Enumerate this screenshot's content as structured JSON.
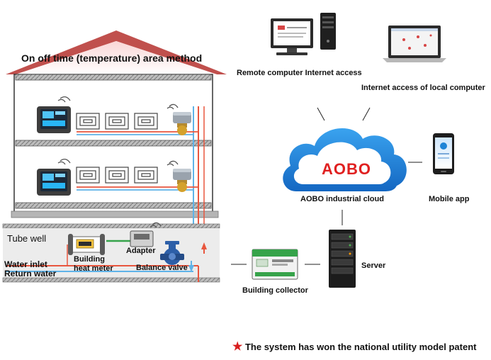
{
  "house": {
    "title": "On off time (temperature) area method"
  },
  "building_labels": {
    "tube_well": "Tube well",
    "heat_meter_line1": "Building",
    "heat_meter_line2": "heat meter",
    "adapter": "Adapter",
    "balance_valve": "Balance valve",
    "water_inlet": "Water inlet",
    "return_water": "Return water"
  },
  "network_labels": {
    "remote_computer": "Remote computer Internet access",
    "local_computer": "Internet access of local computer",
    "cloud_brand": "AOBO",
    "cloud_caption": "AOBO industrial cloud",
    "mobile_app": "Mobile app",
    "server": "Server",
    "building_collector": "Building collector"
  },
  "footer": {
    "patent": "The system has won the national utility model patent"
  },
  "colors": {
    "roof": "#c0504d",
    "supply_pipe": "#e8563e",
    "return_pipe": "#5fb3e8",
    "cloud_blue": "#1f84d6",
    "brand_red": "#e02020",
    "valve_blue": "#2d5fa8",
    "collector_green": "#36a34a"
  }
}
